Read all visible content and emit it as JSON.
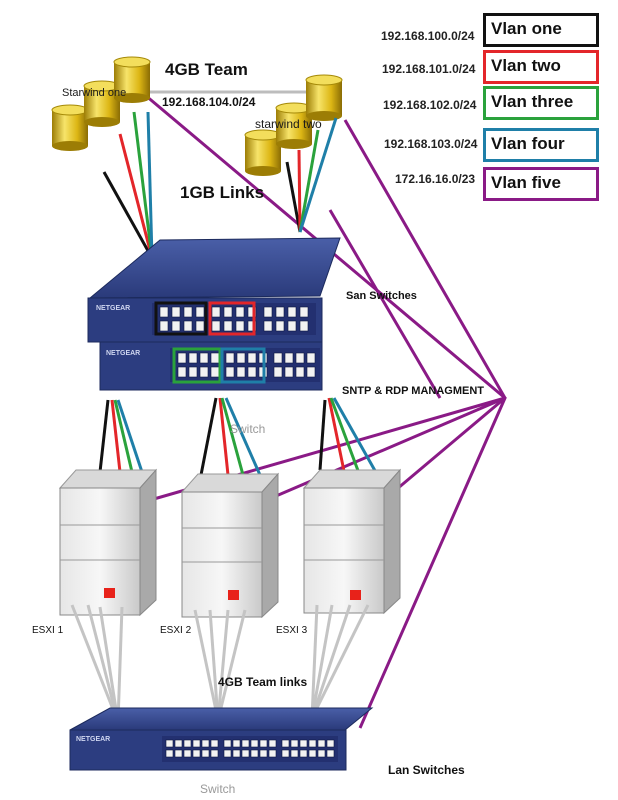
{
  "vlans": [
    {
      "subnet": "192.168.100.0/24",
      "name": "Vlan one",
      "color": "#111111"
    },
    {
      "subnet": "192.168.101.0/24",
      "name": "Vlan two",
      "color": "#e3262a"
    },
    {
      "subnet": "192.168.102.0/24",
      "name": "Vlan three",
      "color": "#2aa23c"
    },
    {
      "subnet": "192.168.103.0/24",
      "name": "Vlan four",
      "color": "#1f7fa8"
    },
    {
      "subnet": "172.16.16.0/23",
      "name": "Vlan five",
      "color": "#8a1a86"
    }
  ],
  "storage": {
    "team_label": "4GB Team",
    "team_subnet": "192.168.104.0/24",
    "node_one": "Starwind one",
    "node_two": "starwind two",
    "links_label": "1GB Links"
  },
  "switches": {
    "san_label": "San Switches",
    "mgmt_label": "SNTP & RDP MANAGMENT",
    "san_caption": "Switch",
    "lan_label": "Lan Switches",
    "lan_caption": "Switch",
    "brand": "NETGEAR"
  },
  "servers": {
    "names": [
      "ESXI 1",
      "ESXI 2",
      "ESXI 3"
    ],
    "team_links_label": "4GB Team links"
  },
  "colors": {
    "black": "#111111",
    "red": "#e3262a",
    "green": "#2aa23c",
    "blue": "#1f7fa8",
    "purple": "#8a1a86",
    "team_gray": "#bdbdbd",
    "switch_blue": "#2c3d80",
    "cylinder_gold": "#e5c21c"
  }
}
